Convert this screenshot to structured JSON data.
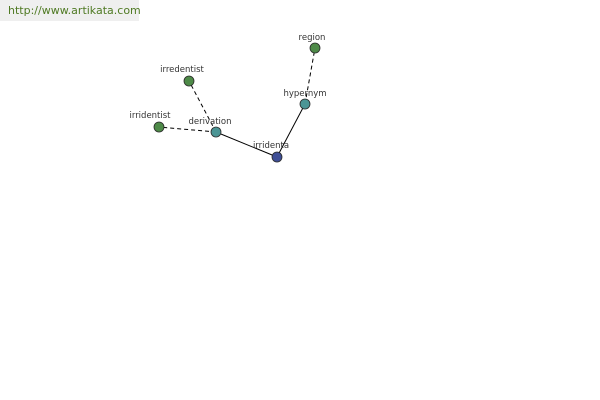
{
  "watermark": "http://www.artikata.com",
  "colors": {
    "leaf": "#4e8a48",
    "relation": "#4b9595",
    "center": "#3f4f96",
    "edge": "#000000"
  },
  "nodes": [
    {
      "id": "irridenta",
      "label": "irridenta",
      "kind": "center"
    },
    {
      "id": "hypernym",
      "label": "hypernym",
      "kind": "relation"
    },
    {
      "id": "region",
      "label": "region",
      "kind": "leaf"
    },
    {
      "id": "derivation",
      "label": "derivation",
      "kind": "relation"
    },
    {
      "id": "irredentist",
      "label": "irredentist",
      "kind": "leaf"
    },
    {
      "id": "irridentist",
      "label": "irridentist",
      "kind": "leaf"
    }
  ],
  "edges": [
    {
      "from": "irridenta",
      "to": "hypernym",
      "style": "solid"
    },
    {
      "from": "irridenta",
      "to": "derivation",
      "style": "solid"
    },
    {
      "from": "hypernym",
      "to": "region",
      "style": "dashed"
    },
    {
      "from": "derivation",
      "to": "irredentist",
      "style": "dashed"
    },
    {
      "from": "derivation",
      "to": "irridentist",
      "style": "dashed"
    }
  ]
}
